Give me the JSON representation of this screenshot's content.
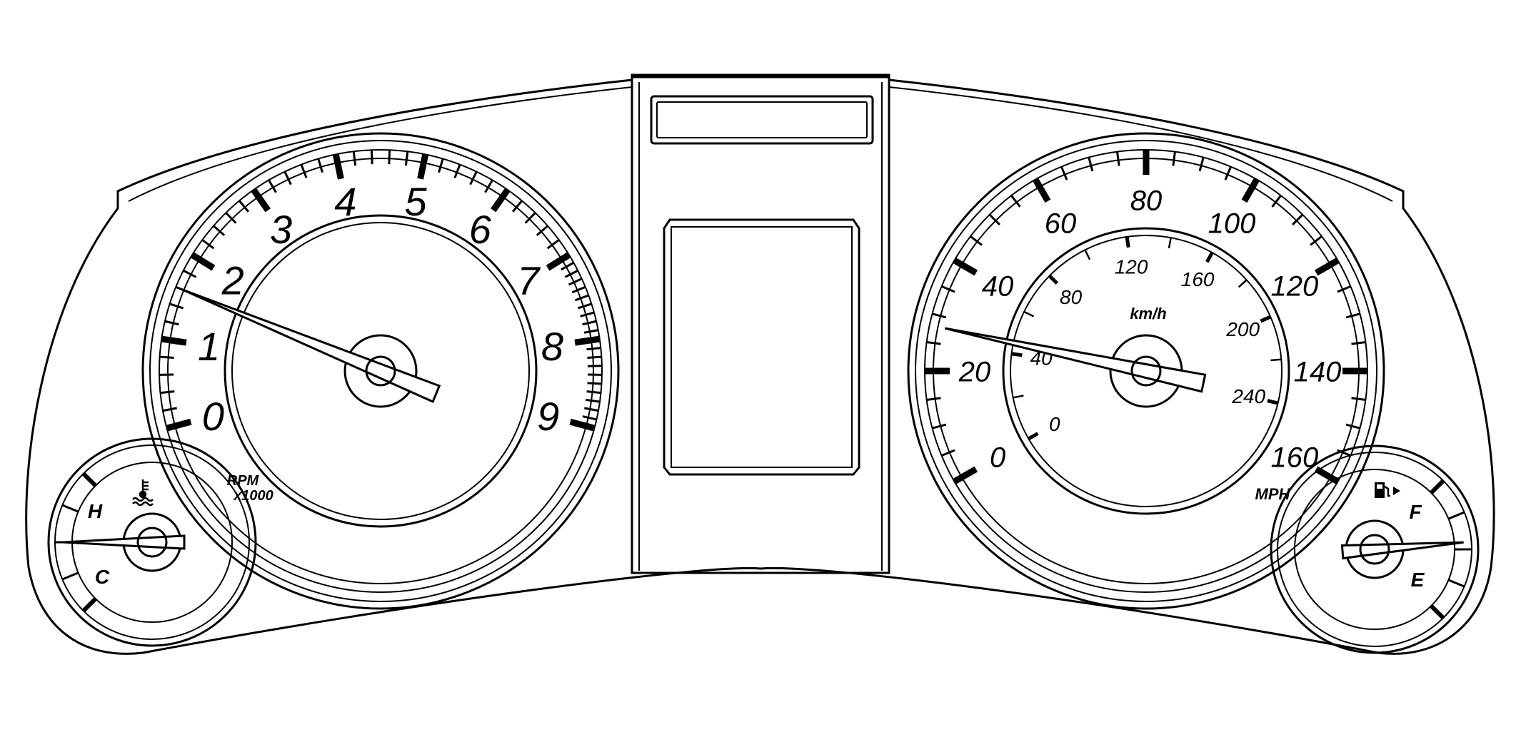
{
  "tachometer": {
    "labels": [
      "0",
      "1",
      "2",
      "3",
      "4",
      "5",
      "6",
      "7",
      "8",
      "9"
    ],
    "unit_line1": "RPM",
    "unit_line2": "x1000",
    "needle_value": 1.6,
    "range": [
      0,
      9
    ]
  },
  "speedometer": {
    "mph_labels": [
      "0",
      "20",
      "40",
      "60",
      "80",
      "100",
      "120",
      "140",
      "160"
    ],
    "mph_unit": "MPH",
    "kmh_labels": [
      "0",
      "40",
      "80",
      "120",
      "160",
      "200",
      "240"
    ],
    "kmh_unit": "km/h",
    "needle_value_mph": 28,
    "range_mph": [
      0,
      160
    ]
  },
  "temperature_gauge": {
    "hot_label": "H",
    "cold_label": "C",
    "icon": "coolant-temperature-icon",
    "needle_level": 0.5
  },
  "fuel_gauge": {
    "full_label": "F",
    "empty_label": "E",
    "icon": "fuel-pump-icon",
    "needle_level": 0.55
  }
}
